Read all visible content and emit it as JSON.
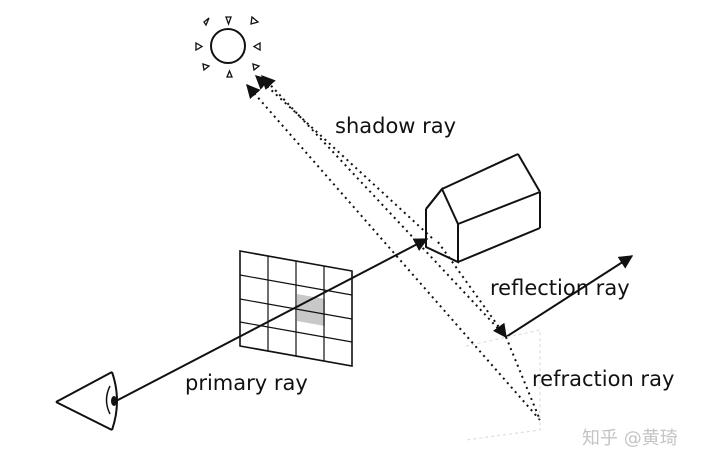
{
  "labels": {
    "shadow_ray": "shadow ray",
    "reflection_ray": "reflection ray",
    "primary_ray": "primary ray",
    "refraction_ray": "refraction ray"
  },
  "watermark": "知乎 @黄琦",
  "colors": {
    "stroke": "#111111",
    "grid_cell_highlight": "#c8c8c8",
    "watermark": "#c4c4c4",
    "background": "#ffffff"
  },
  "icons": {
    "sun": "sun-icon",
    "eye": "eye-icon",
    "house": "house-icon"
  }
}
